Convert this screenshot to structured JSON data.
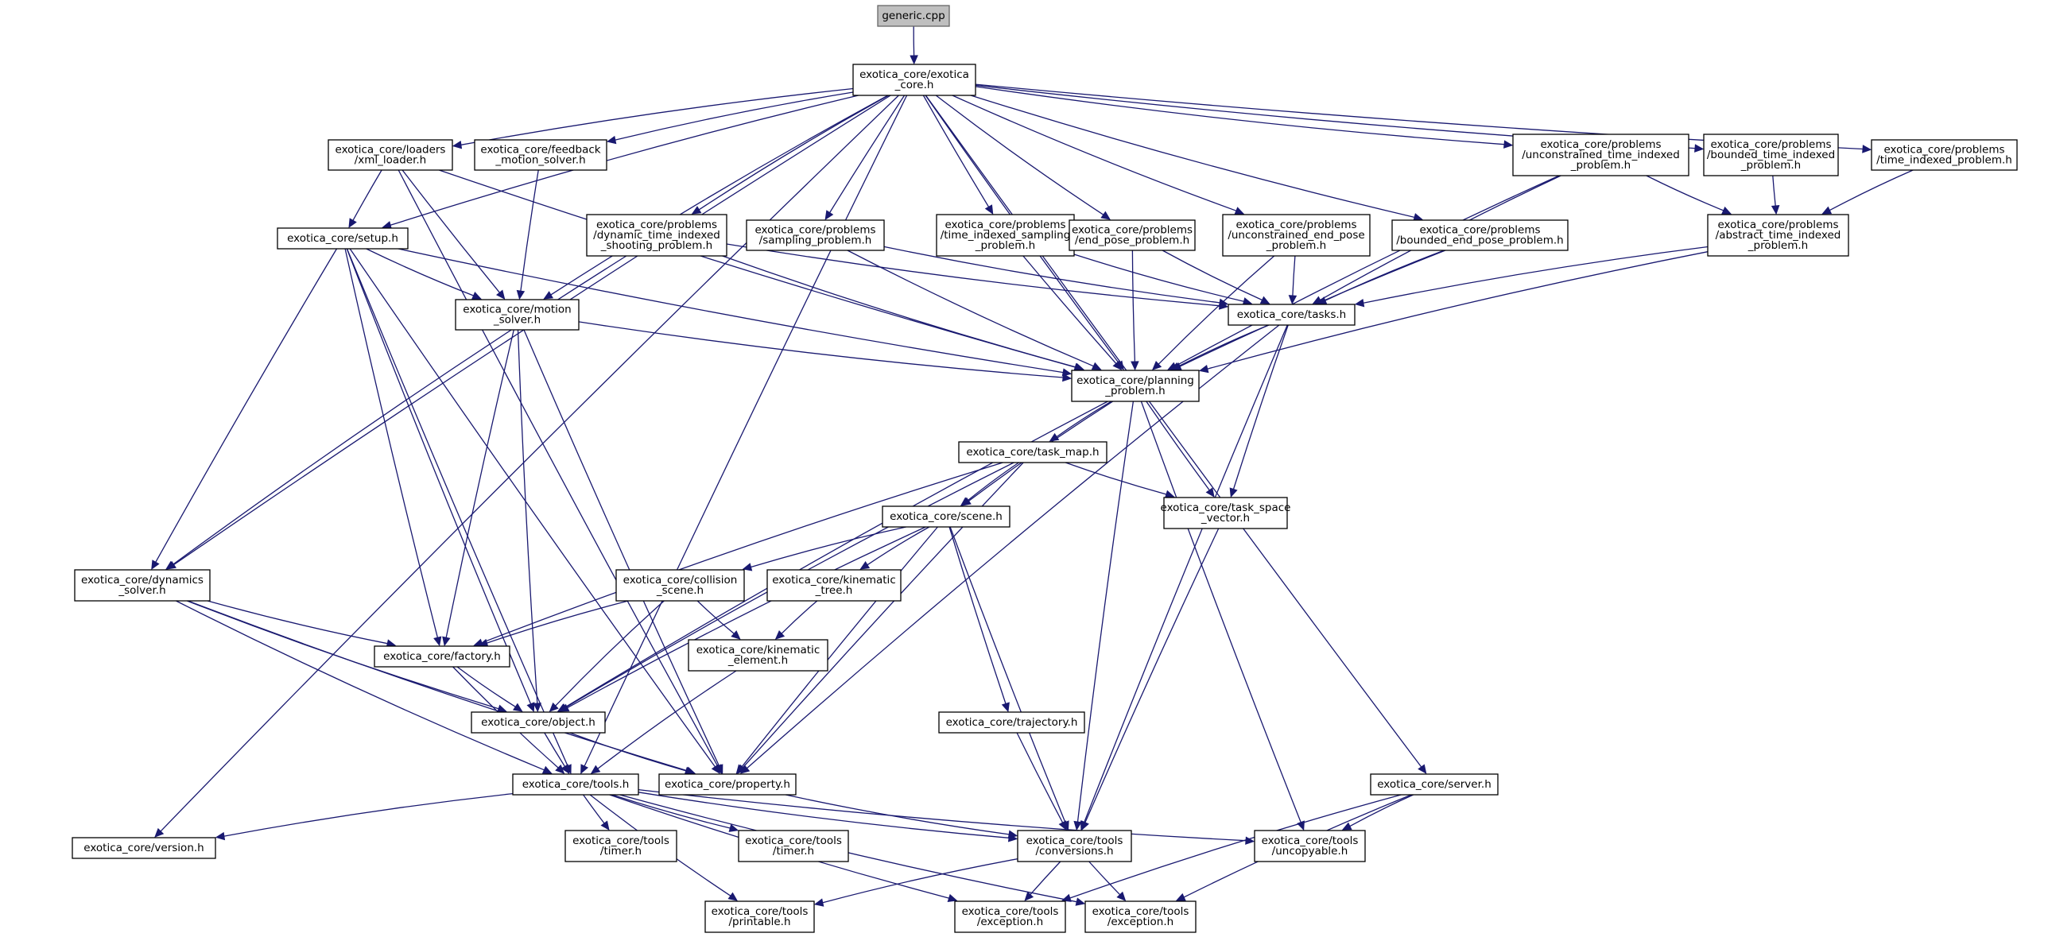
{
  "graph": {
    "edge_color": "#191970",
    "root_fill": "#bfbfbf",
    "nodes": [
      {
        "id": "generic",
        "lines": [
          "generic.cpp"
        ],
        "root": true
      },
      {
        "id": "core",
        "lines": [
          "exotica_core/exotica",
          "_core.h"
        ]
      },
      {
        "id": "xmlloader",
        "lines": [
          "exotica_core/loaders",
          "/xml_loader.h"
        ]
      },
      {
        "id": "feedback",
        "lines": [
          "exotica_core/feedback",
          "_motion_solver.h"
        ]
      },
      {
        "id": "unconstrained_ti",
        "lines": [
          "exotica_core/problems",
          "/unconstrained_time_indexed",
          "_problem.h"
        ]
      },
      {
        "id": "bounded_ti",
        "lines": [
          "exotica_core/problems",
          "/bounded_time_indexed",
          "_problem.h"
        ]
      },
      {
        "id": "time_indexed",
        "lines": [
          "exotica_core/problems",
          "/time_indexed_problem.h"
        ]
      },
      {
        "id": "setup",
        "lines": [
          "exotica_core/setup.h"
        ]
      },
      {
        "id": "dyn_ti_shooting",
        "lines": [
          "exotica_core/problems",
          "/dynamic_time_indexed",
          "_shooting_problem.h"
        ]
      },
      {
        "id": "sampling",
        "lines": [
          "exotica_core/problems",
          "/sampling_problem.h"
        ]
      },
      {
        "id": "ti_sampling",
        "lines": [
          "exotica_core/problems",
          "/time_indexed_sampling",
          "_problem.h"
        ]
      },
      {
        "id": "end_pose",
        "lines": [
          "exotica_core/problems",
          "/end_pose_problem.h"
        ]
      },
      {
        "id": "unconstrained_ep",
        "lines": [
          "exotica_core/problems",
          "/unconstrained_end_pose",
          "_problem.h"
        ]
      },
      {
        "id": "bounded_ep",
        "lines": [
          "exotica_core/problems",
          "/bounded_end_pose_problem.h"
        ]
      },
      {
        "id": "abstract_ti",
        "lines": [
          "exotica_core/problems",
          "/abstract_time_indexed",
          "_problem.h"
        ]
      },
      {
        "id": "motion_solver",
        "lines": [
          "exotica_core/motion",
          "_solver.h"
        ]
      },
      {
        "id": "tasks",
        "lines": [
          "exotica_core/tasks.h"
        ]
      },
      {
        "id": "planning",
        "lines": [
          "exotica_core/planning",
          "_problem.h"
        ]
      },
      {
        "id": "task_map",
        "lines": [
          "exotica_core/task_map.h"
        ]
      },
      {
        "id": "scene",
        "lines": [
          "exotica_core/scene.h"
        ]
      },
      {
        "id": "task_space",
        "lines": [
          "exotica_core/task_space",
          "_vector.h"
        ]
      },
      {
        "id": "dynamics",
        "lines": [
          "exotica_core/dynamics",
          "_solver.h"
        ]
      },
      {
        "id": "collision",
        "lines": [
          "exotica_core/collision",
          "_scene.h"
        ]
      },
      {
        "id": "kin_tree",
        "lines": [
          "exotica_core/kinematic",
          "_tree.h"
        ]
      },
      {
        "id": "factory",
        "lines": [
          "exotica_core/factory.h"
        ]
      },
      {
        "id": "kin_element",
        "lines": [
          "exotica_core/kinematic",
          "_element.h"
        ]
      },
      {
        "id": "object",
        "lines": [
          "exotica_core/object.h"
        ]
      },
      {
        "id": "trajectory",
        "lines": [
          "exotica_core/trajectory.h"
        ]
      },
      {
        "id": "tools",
        "lines": [
          "exotica_core/tools.h"
        ]
      },
      {
        "id": "property",
        "lines": [
          "exotica_core/property.h"
        ]
      },
      {
        "id": "server",
        "lines": [
          "exotica_core/server.h"
        ]
      },
      {
        "id": "version",
        "lines": [
          "exotica_core/version.h"
        ]
      },
      {
        "id": "timer1",
        "lines": [
          "exotica_core/tools",
          "/timer.h"
        ]
      },
      {
        "id": "timer2",
        "lines": [
          "exotica_core/tools",
          "/timer.h"
        ]
      },
      {
        "id": "conversions",
        "lines": [
          "exotica_core/tools",
          "/conversions.h"
        ]
      },
      {
        "id": "uncopyable",
        "lines": [
          "exotica_core/tools",
          "/uncopyable.h"
        ]
      },
      {
        "id": "printable",
        "lines": [
          "exotica_core/tools",
          "/printable.h"
        ]
      },
      {
        "id": "exception1",
        "lines": [
          "exotica_core/tools",
          "/exception.h"
        ]
      },
      {
        "id": "exception2",
        "lines": [
          "exotica_core/tools",
          "/exception.h"
        ]
      }
    ],
    "edges": [
      [
        "generic",
        "core"
      ],
      [
        "core",
        "xmlloader"
      ],
      [
        "core",
        "feedback"
      ],
      [
        "core",
        "unconstrained_ti"
      ],
      [
        "core",
        "bounded_ti"
      ],
      [
        "core",
        "time_indexed"
      ],
      [
        "core",
        "setup"
      ],
      [
        "core",
        "dyn_ti_shooting"
      ],
      [
        "core",
        "sampling"
      ],
      [
        "core",
        "ti_sampling"
      ],
      [
        "core",
        "end_pose"
      ],
      [
        "core",
        "unconstrained_ep"
      ],
      [
        "core",
        "bounded_ep"
      ],
      [
        "core",
        "motion_solver"
      ],
      [
        "core",
        "planning"
      ],
      [
        "core",
        "dynamics"
      ],
      [
        "core",
        "tools"
      ],
      [
        "core",
        "server"
      ],
      [
        "core",
        "version"
      ],
      [
        "xmlloader",
        "setup"
      ],
      [
        "xmlloader",
        "motion_solver"
      ],
      [
        "xmlloader",
        "planning"
      ],
      [
        "xmlloader",
        "property"
      ],
      [
        "feedback",
        "motion_solver"
      ],
      [
        "unconstrained_ti",
        "abstract_ti"
      ],
      [
        "unconstrained_ti",
        "tasks"
      ],
      [
        "unconstrained_ti",
        "planning"
      ],
      [
        "bounded_ti",
        "abstract_ti"
      ],
      [
        "time_indexed",
        "abstract_ti"
      ],
      [
        "setup",
        "motion_solver"
      ],
      [
        "setup",
        "planning"
      ],
      [
        "setup",
        "dynamics"
      ],
      [
        "setup",
        "factory"
      ],
      [
        "setup",
        "object"
      ],
      [
        "setup",
        "property"
      ],
      [
        "setup",
        "tools"
      ],
      [
        "dyn_ti_shooting",
        "dynamics"
      ],
      [
        "dyn_ti_shooting",
        "tasks"
      ],
      [
        "dyn_ti_shooting",
        "planning"
      ],
      [
        "sampling",
        "tasks"
      ],
      [
        "sampling",
        "planning"
      ],
      [
        "ti_sampling",
        "planning"
      ],
      [
        "ti_sampling",
        "tasks"
      ],
      [
        "end_pose",
        "tasks"
      ],
      [
        "end_pose",
        "planning"
      ],
      [
        "unconstrained_ep",
        "tasks"
      ],
      [
        "unconstrained_ep",
        "planning"
      ],
      [
        "bounded_ep",
        "tasks"
      ],
      [
        "bounded_ep",
        "planning"
      ],
      [
        "abstract_ti",
        "tasks"
      ],
      [
        "abstract_ti",
        "planning"
      ],
      [
        "motion_solver",
        "planning"
      ],
      [
        "motion_solver",
        "factory"
      ],
      [
        "motion_solver",
        "object"
      ],
      [
        "motion_solver",
        "property"
      ],
      [
        "tasks",
        "planning"
      ],
      [
        "tasks",
        "task_space"
      ],
      [
        "tasks",
        "property"
      ],
      [
        "tasks",
        "conversions"
      ],
      [
        "planning",
        "task_map"
      ],
      [
        "planning",
        "scene"
      ],
      [
        "planning",
        "task_space"
      ],
      [
        "planning",
        "object"
      ],
      [
        "planning",
        "conversions"
      ],
      [
        "planning",
        "uncopyable"
      ],
      [
        "task_map",
        "scene"
      ],
      [
        "task_map",
        "task_space"
      ],
      [
        "task_map",
        "factory"
      ],
      [
        "task_map",
        "object"
      ],
      [
        "task_map",
        "property"
      ],
      [
        "scene",
        "collision"
      ],
      [
        "scene",
        "kin_tree"
      ],
      [
        "scene",
        "trajectory"
      ],
      [
        "scene",
        "object"
      ],
      [
        "scene",
        "property"
      ],
      [
        "scene",
        "conversions"
      ],
      [
        "task_space",
        "conversions"
      ],
      [
        "dynamics",
        "factory"
      ],
      [
        "dynamics",
        "object"
      ],
      [
        "dynamics",
        "tools"
      ],
      [
        "dynamics",
        "property"
      ],
      [
        "collision",
        "factory"
      ],
      [
        "collision",
        "kin_element"
      ],
      [
        "collision",
        "object"
      ],
      [
        "kin_tree",
        "kin_element"
      ],
      [
        "kin_element",
        "tools"
      ],
      [
        "factory",
        "object"
      ],
      [
        "factory",
        "tools"
      ],
      [
        "object",
        "tools"
      ],
      [
        "object",
        "property"
      ],
      [
        "trajectory",
        "conversions"
      ],
      [
        "tools",
        "version"
      ],
      [
        "tools",
        "timer1"
      ],
      [
        "tools",
        "timer2"
      ],
      [
        "tools",
        "conversions"
      ],
      [
        "tools",
        "uncopyable"
      ],
      [
        "tools",
        "printable"
      ],
      [
        "tools",
        "exception1"
      ],
      [
        "tools",
        "exception2"
      ],
      [
        "property",
        "conversions"
      ],
      [
        "conversions",
        "printable"
      ],
      [
        "conversions",
        "exception1"
      ],
      [
        "conversions",
        "exception2"
      ],
      [
        "server",
        "uncopyable"
      ],
      [
        "server",
        "exception1"
      ],
      [
        "server",
        "exception2"
      ]
    ]
  }
}
